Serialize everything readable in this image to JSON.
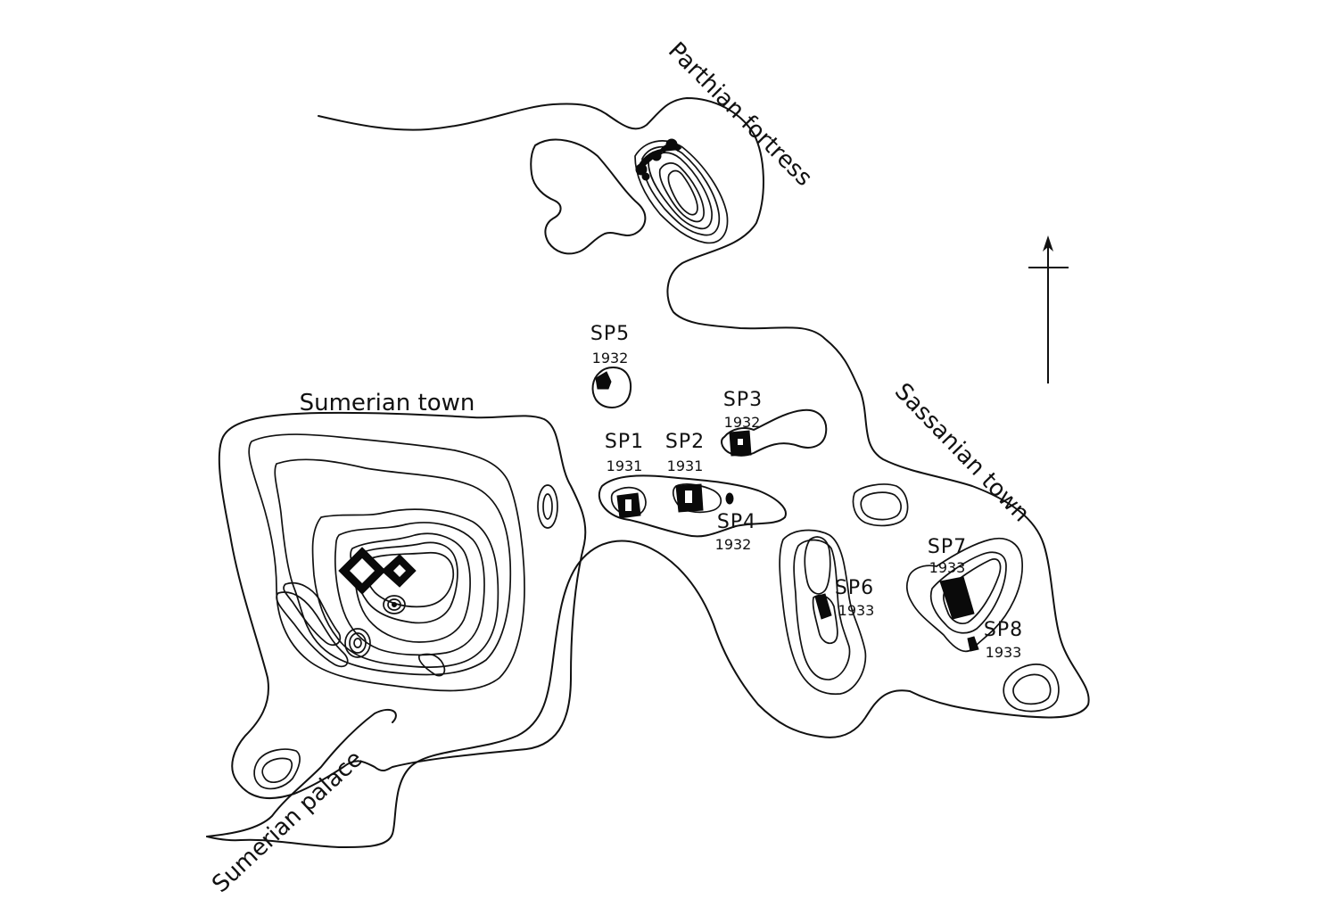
{
  "map": {
    "title": "Archaeological site plan with contour lines",
    "area_labels": {
      "parthian_fortress": "Parthian fortress",
      "sumerian_town": "Sumerian town",
      "sassanian_town": "Sassanian town",
      "sumerian_palace": "Sumerian palace"
    },
    "soundings": [
      {
        "id": "SP1",
        "name": "SP1",
        "year": "1931"
      },
      {
        "id": "SP2",
        "name": "SP2",
        "year": "1931"
      },
      {
        "id": "SP3",
        "name": "SP3",
        "year": "1932"
      },
      {
        "id": "SP4",
        "name": "SP4",
        "year": "1932"
      },
      {
        "id": "SP5",
        "name": "SP5",
        "year": "1932"
      },
      {
        "id": "SP6",
        "name": "SP6",
        "year": "1933"
      },
      {
        "id": "SP7",
        "name": "SP7",
        "year": "1933"
      },
      {
        "id": "SP8",
        "name": "SP8",
        "year": "1933"
      }
    ],
    "north_arrow": {
      "icon": "north-arrow-icon",
      "direction": "north"
    },
    "colors": {
      "ink": "#111111",
      "background": "#ffffff"
    }
  }
}
